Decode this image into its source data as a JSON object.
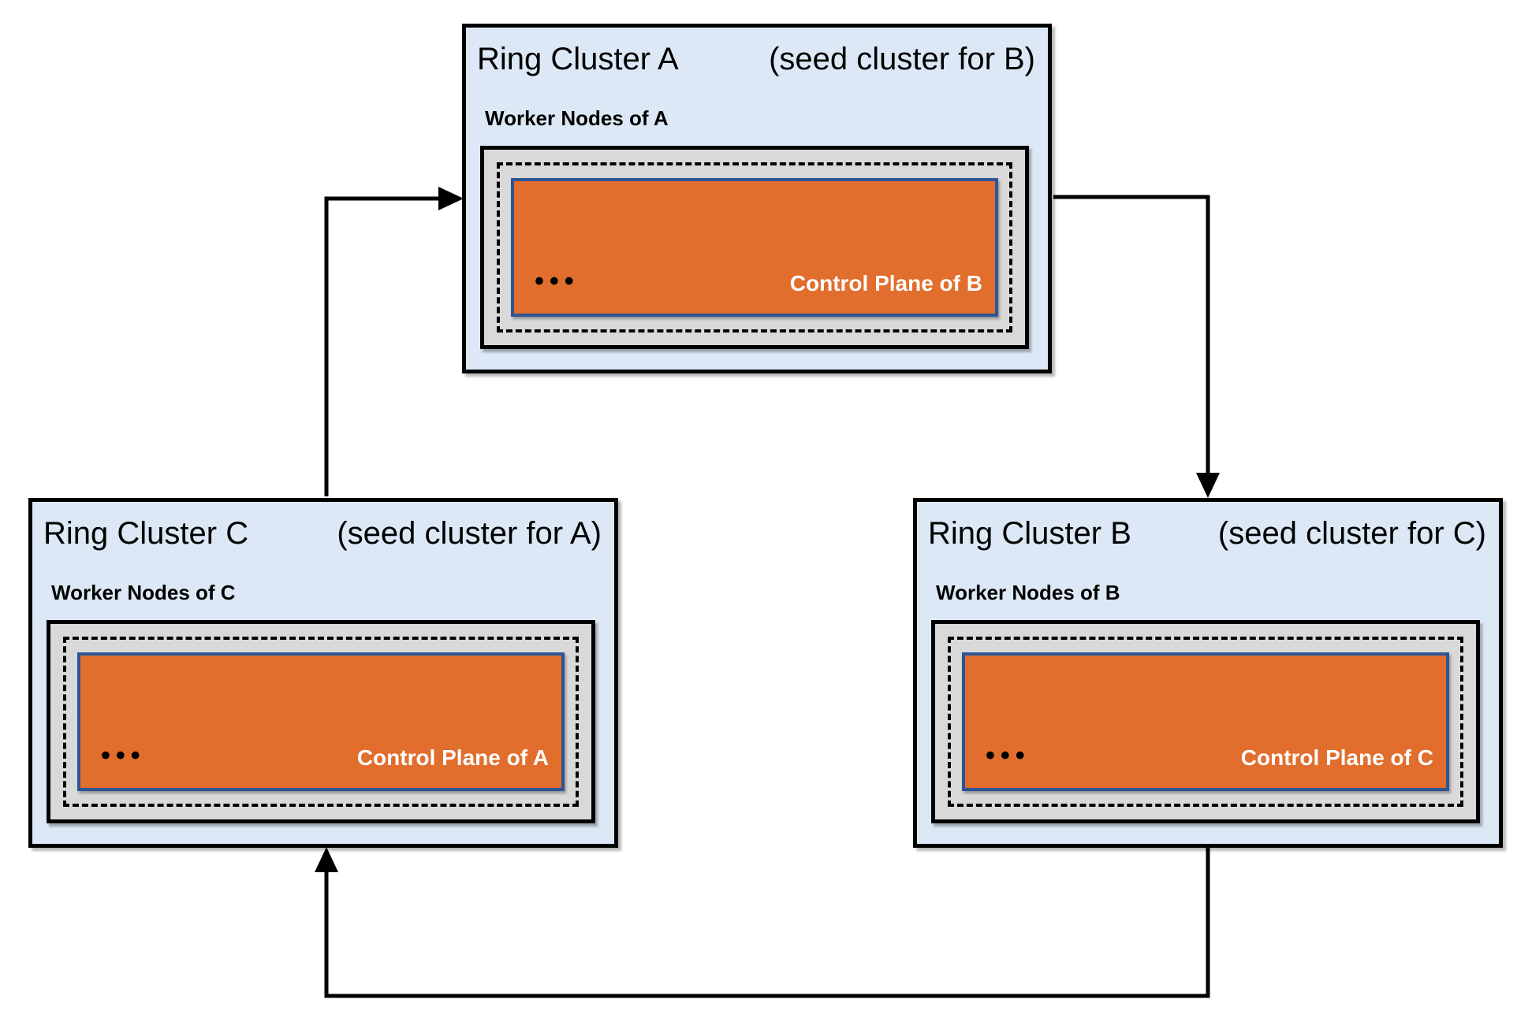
{
  "clusters": [
    {
      "id": "A",
      "title": "Ring Cluster A",
      "seed_note": "(seed cluster for B)",
      "worker_label": "Worker Nodes of A",
      "control_plane_label": "Control Plane of B",
      "ellipsis": "•••"
    },
    {
      "id": "B",
      "title": "Ring Cluster B",
      "seed_note": "(seed cluster for C)",
      "worker_label": "Worker Nodes of B",
      "control_plane_label": "Control Plane of C",
      "ellipsis": "•••"
    },
    {
      "id": "C",
      "title": "Ring Cluster C",
      "seed_note": "(seed cluster for A)",
      "worker_label": "Worker Nodes of C",
      "control_plane_label": "Control Plane of A",
      "ellipsis": "•••"
    }
  ],
  "connections": [
    {
      "from": "Ring Cluster C",
      "to": "Ring Cluster A"
    },
    {
      "from": "Ring Cluster A",
      "to": "Ring Cluster B"
    },
    {
      "from": "Ring Cluster B",
      "to": "Ring Cluster C"
    }
  ],
  "colors": {
    "cluster_bg": "#dce8f5",
    "cluster_border": "#000000",
    "worker_area_bg": "#d8d9d8",
    "control_plane_bg": "#e16e2c",
    "control_plane_border": "#2f5496",
    "control_plane_text": "#ffffff",
    "arrow": "#000000"
  }
}
